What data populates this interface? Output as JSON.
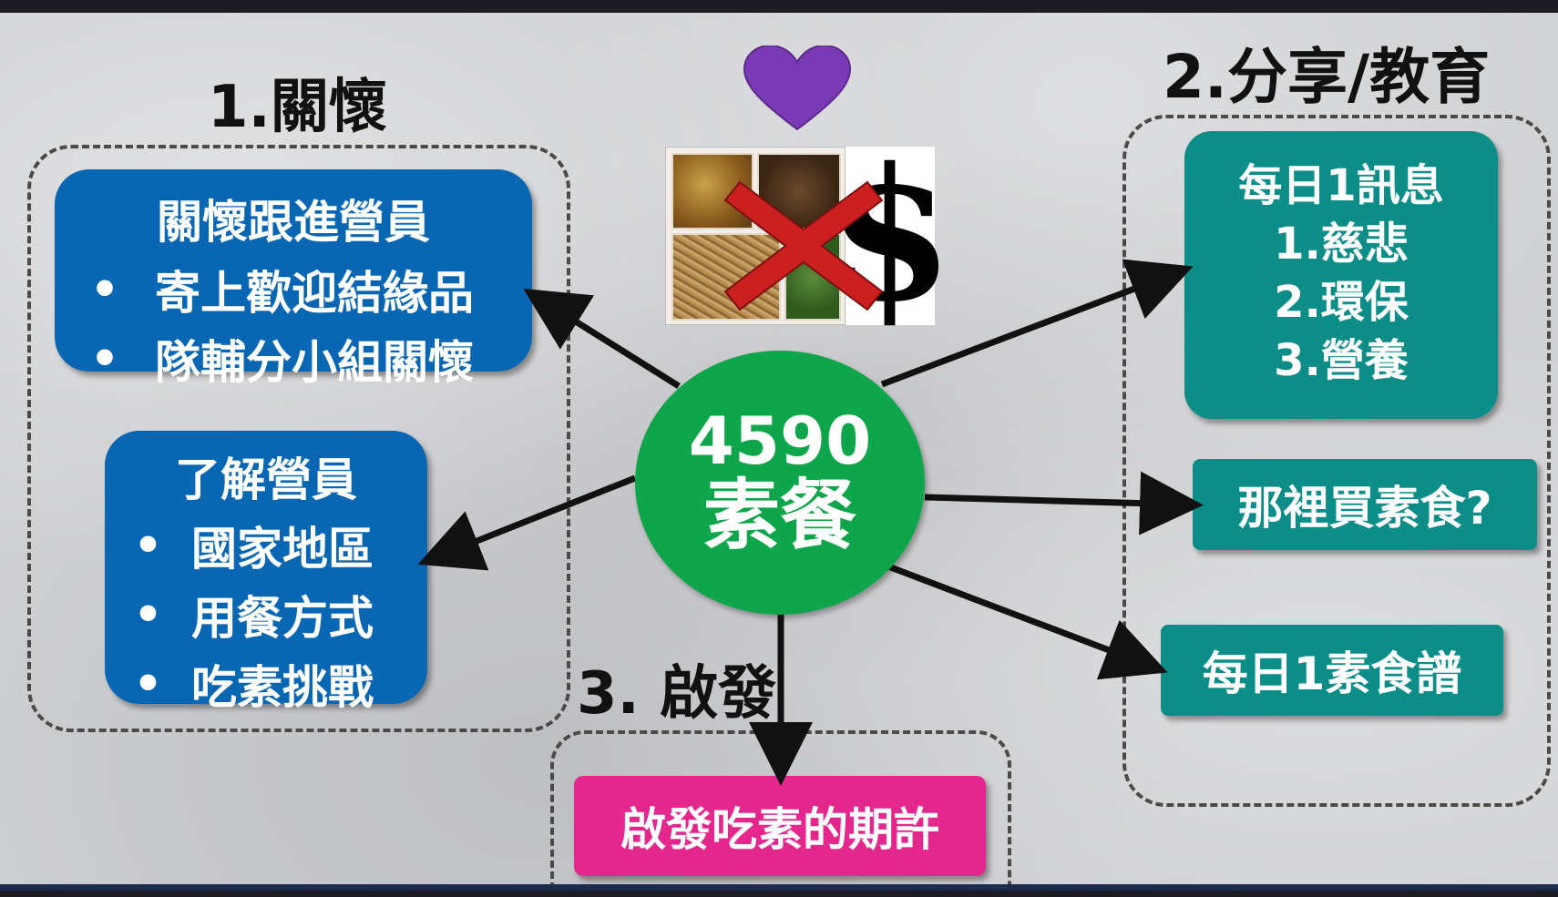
{
  "hub": {
    "number": "4590",
    "label": "素餐"
  },
  "section1": {
    "title": "1.關懷",
    "card1": {
      "title": "關懷跟進營員",
      "bullets": [
        "寄上歡迎結緣品",
        "隊輔分小組關懷"
      ]
    },
    "card2": {
      "title": "了解營員",
      "bullets": [
        "國家地區",
        "用餐方式",
        "吃素挑戰"
      ]
    }
  },
  "section2": {
    "title": "2.分享/教育",
    "card1": {
      "title": "每日1訊息",
      "lines": [
        "1.慈悲",
        "2.環保",
        "3.營養"
      ]
    },
    "card2": {
      "text": "那裡買素食?"
    },
    "card3": {
      "text": "每日1素食譜"
    }
  },
  "section3": {
    "title": "3. 啟發",
    "card": {
      "text": "啟發吃素的期許"
    }
  },
  "bullet_char": "•",
  "dollar_sign": "$",
  "icons": [
    "heart-icon",
    "lunchbox-image",
    "cross-mark-icon",
    "dollar-icon"
  ],
  "colors": {
    "blue": "#0866b2",
    "teal": "#0d8d88",
    "green": "#0fa54a",
    "pink": "#e4278d",
    "heart": "#7a3ab5",
    "cross": "#cc1f1f"
  }
}
